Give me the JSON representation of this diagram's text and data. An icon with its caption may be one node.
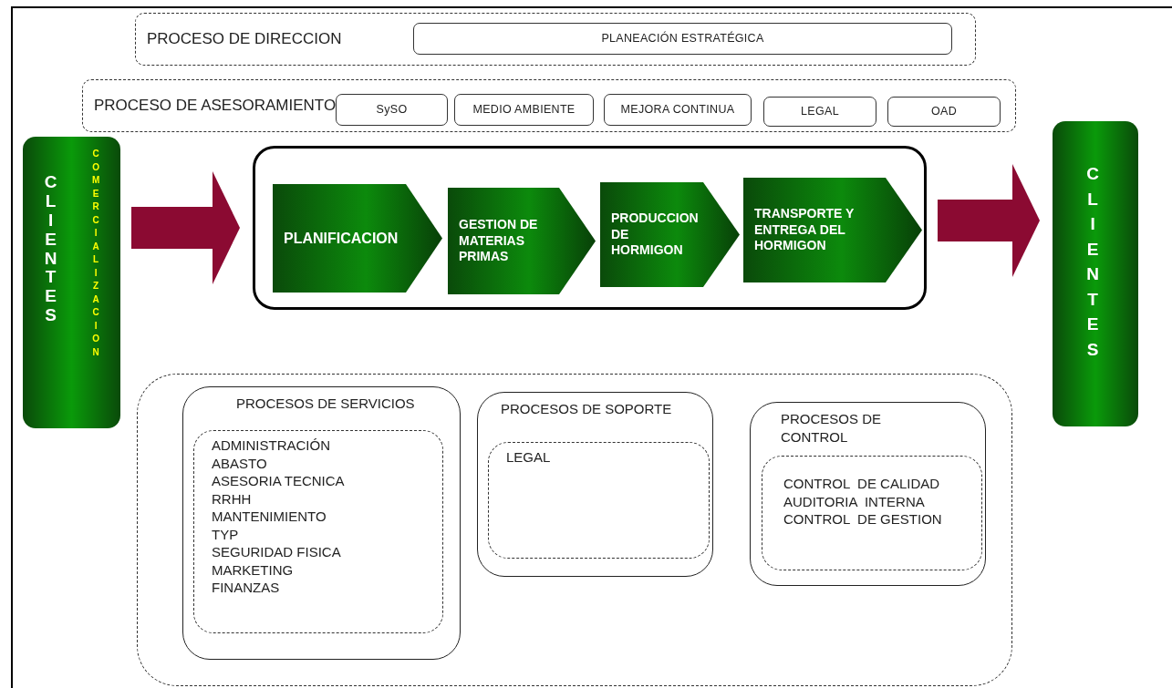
{
  "diagram": {
    "nodes": [
      {
        "text": [
          "PROCESO DE DIRECCION"
        ]
      },
      {
        "text": [
          "PLANEACIÓN ESTRATÉGICA"
        ],
        "in": 0
      },
      {
        "text": [
          "PROCESO DE ASESORAMIENTO"
        ]
      },
      {
        "text": [
          "SySO"
        ],
        "in": 2
      },
      {
        "text": [
          "MEDIO AMBIENTE"
        ],
        "in": 2
      },
      {
        "text": [
          "MEJORA CONTINUA"
        ],
        "in": 2
      },
      {
        "text": [
          "LEGAL"
        ],
        "in": 2
      },
      {
        "text": [
          "OAD"
        ],
        "in": 2
      },
      {
        "text": [
          "CLIENTES",
          "COMERCIALIZACION"
        ]
      },
      {
        "text": [],
        "shape": "box"
      },
      {
        "text": [
          "PLANIFICACION"
        ],
        "in": 9
      },
      {
        "text": [
          "GESTION DE MATERIAS PRIMAS"
        ],
        "in": 9
      },
      {
        "text": [
          "PRODUCCION DE HORMIGON"
        ],
        "in": 9
      },
      {
        "text": [
          "TRANSPORTE Y ENTREGA DEL HORMIGON"
        ],
        "in": 9
      },
      {
        "text": [
          "CLIENTES"
        ]
      },
      {
        "text": [],
        "shape": "box"
      },
      {
        "text": [
          "PROCESOS DE SERVICIOS"
        ],
        "in": 15
      },
      {
        "text": [
          "ADMINISTRACIÓN",
          "ABASTO",
          "ASESORIA TECNICA",
          "RRHH",
          "MANTENIMIENTO",
          "TYP",
          "SEGURIDAD FISICA",
          "MARKETING",
          "FINANZAS"
        ],
        "in": 16
      },
      {
        "text": [
          "PROCESOS DE SOPORTE"
        ],
        "in": 15
      },
      {
        "text": [
          "LEGAL"
        ],
        "in": 18
      },
      {
        "text": [
          "PROCESOS DE CONTROL"
        ],
        "in": 15
      },
      {
        "text": [
          "CONTROL  DE CALIDAD",
          "AUDITORIA  INTERNA",
          "CONTROL  DE GESTION"
        ],
        "in": 20
      }
    ],
    "edges": [
      {
        "from": 8,
        "to": 9,
        "arrow": "to"
      },
      {
        "from": 9,
        "to": 14,
        "arrow": "to"
      }
    ]
  }
}
